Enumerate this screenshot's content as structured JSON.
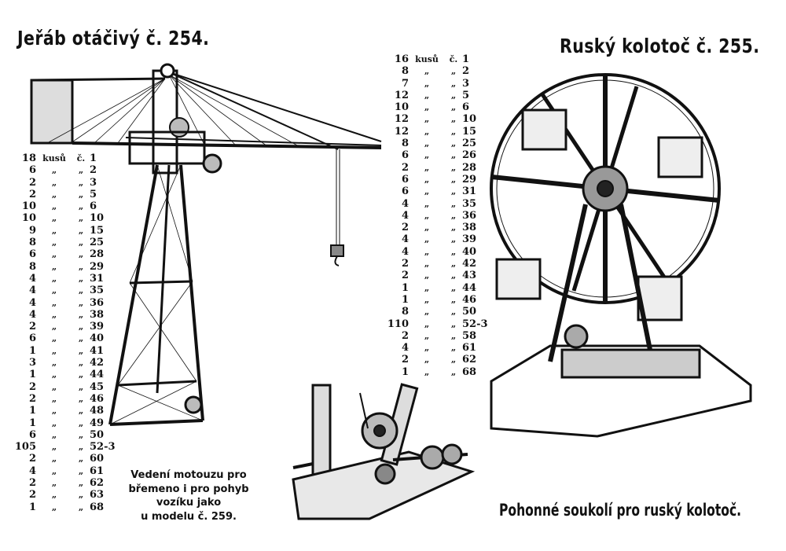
{
  "crane": {
    "title": "Jeřáb otáčivý č. 254.",
    "parts": [
      [
        "18",
        "kusů",
        "č.",
        "1"
      ],
      [
        "6",
        "„",
        "„",
        "2"
      ],
      [
        "2",
        "„",
        "„",
        "3"
      ],
      [
        "2",
        "„",
        "„",
        "5"
      ],
      [
        "10",
        "„",
        "„",
        "6"
      ],
      [
        "10",
        "„",
        "„",
        "10"
      ],
      [
        "9",
        "„",
        "„",
        "15"
      ],
      [
        "8",
        "„",
        "„",
        "25"
      ],
      [
        "6",
        "„",
        "„",
        "28"
      ],
      [
        "8",
        "„",
        "„",
        "29"
      ],
      [
        "4",
        "„",
        "„",
        "31"
      ],
      [
        "4",
        "„",
        "„",
        "35"
      ],
      [
        "4",
        "„",
        "„",
        "36"
      ],
      [
        "4",
        "„",
        "„",
        "38"
      ],
      [
        "2",
        "„",
        "„",
        "39"
      ],
      [
        "6",
        "„",
        "„",
        "40"
      ],
      [
        "1",
        "„",
        "„",
        "41"
      ],
      [
        "3",
        "„",
        "„",
        "42"
      ],
      [
        "1",
        "„",
        "„",
        "44"
      ],
      [
        "2",
        "„",
        "„",
        "45"
      ],
      [
        "2",
        "„",
        "„",
        "46"
      ],
      [
        "1",
        "„",
        "„",
        "48"
      ],
      [
        "1",
        "„",
        "„",
        "49"
      ],
      [
        "6",
        "„",
        "„",
        "50"
      ],
      [
        "105",
        "„",
        "„",
        "52-3"
      ],
      [
        "2",
        "„",
        "„",
        "60"
      ],
      [
        "4",
        "„",
        "„",
        "61"
      ],
      [
        "2",
        "„",
        "„",
        "62"
      ],
      [
        "2",
        "„",
        "„",
        "63"
      ],
      [
        "1",
        "„",
        "„",
        "68"
      ]
    ],
    "caption": [
      "Vedení motouzu pro",
      "břemeno i pro pohyb",
      "vozíku jako",
      "u modelu č. 259."
    ]
  },
  "carousel": {
    "title": "Ruský kolotoč č. 255.",
    "parts": [
      [
        "16",
        "kusů",
        "č.",
        "1"
      ],
      [
        "8",
        "„",
        "„",
        "2"
      ],
      [
        "7",
        "„",
        "„",
        "3"
      ],
      [
        "12",
        "„",
        "„",
        "5"
      ],
      [
        "10",
        "„",
        "„",
        "6"
      ],
      [
        "12",
        "„",
        "„",
        "10"
      ],
      [
        "12",
        "„",
        "„",
        "15"
      ],
      [
        "8",
        "„",
        "„",
        "25"
      ],
      [
        "6",
        "„",
        "„",
        "26"
      ],
      [
        "2",
        "„",
        "„",
        "28"
      ],
      [
        "6",
        "„",
        "„",
        "29"
      ],
      [
        "6",
        "„",
        "„",
        "31"
      ],
      [
        "4",
        "„",
        "„",
        "35"
      ],
      [
        "4",
        "„",
        "„",
        "36"
      ],
      [
        "2",
        "„",
        "„",
        "38"
      ],
      [
        "4",
        "„",
        "„",
        "39"
      ],
      [
        "4",
        "„",
        "„",
        "40"
      ],
      [
        "2",
        "„",
        "„",
        "42"
      ],
      [
        "2",
        "„",
        "„",
        "43"
      ],
      [
        "1",
        "„",
        "„",
        "44"
      ],
      [
        "1",
        "„",
        "„",
        "46"
      ],
      [
        "8",
        "„",
        "„",
        "50"
      ],
      [
        "110",
        "„",
        "„",
        "52-3"
      ],
      [
        "2",
        "„",
        "„",
        "58"
      ],
      [
        "4",
        "„",
        "„",
        "61"
      ],
      [
        "2",
        "„",
        "„",
        "62"
      ],
      [
        "1",
        "„",
        "„",
        "68"
      ]
    ],
    "drive_caption": "Pohonné soukolí pro ruský kolotoč."
  }
}
